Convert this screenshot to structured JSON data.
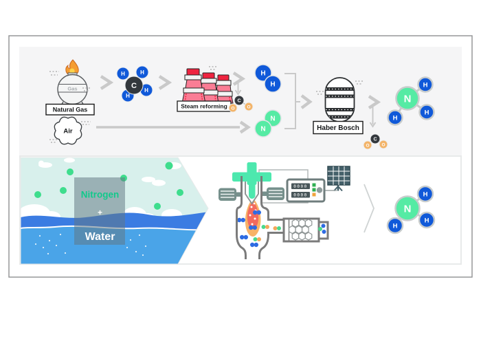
{
  "labels": {
    "gas_tank": "Gas",
    "natural_gas": "Natural Gas",
    "air": "Air",
    "steam_reforming": "Steam reforming",
    "haber_bosch": "Haber Bosch"
  },
  "atoms": {
    "h": "H",
    "c": "C",
    "n": "N",
    "o": "O"
  },
  "scene": {
    "nitrogen": "Nitrogen",
    "plus": "+",
    "water": "Water"
  },
  "power": {
    "display_top": "0000",
    "display_bottom": "0000"
  },
  "colors": {
    "hydrogen_blue": "#1059d9",
    "nitrogen_green": "#55eba4",
    "oxygen_orange": "#f3b469",
    "carbon_dark": "#33383d",
    "factory_red": "#ee2440",
    "factory_pink": "#fa7d95",
    "electrode_teal": "#4de8ae",
    "flame_orange": "#f8b267",
    "flame_red": "#f26a5e",
    "sky_teal": "#d8f0ec",
    "water_blue": "#4aa4e8",
    "wave_blue": "#3b7ce2",
    "dot_green": "#3edd8d",
    "arrow_gray": "#c9c9c9",
    "panel_gray": "#f5f5f6"
  }
}
